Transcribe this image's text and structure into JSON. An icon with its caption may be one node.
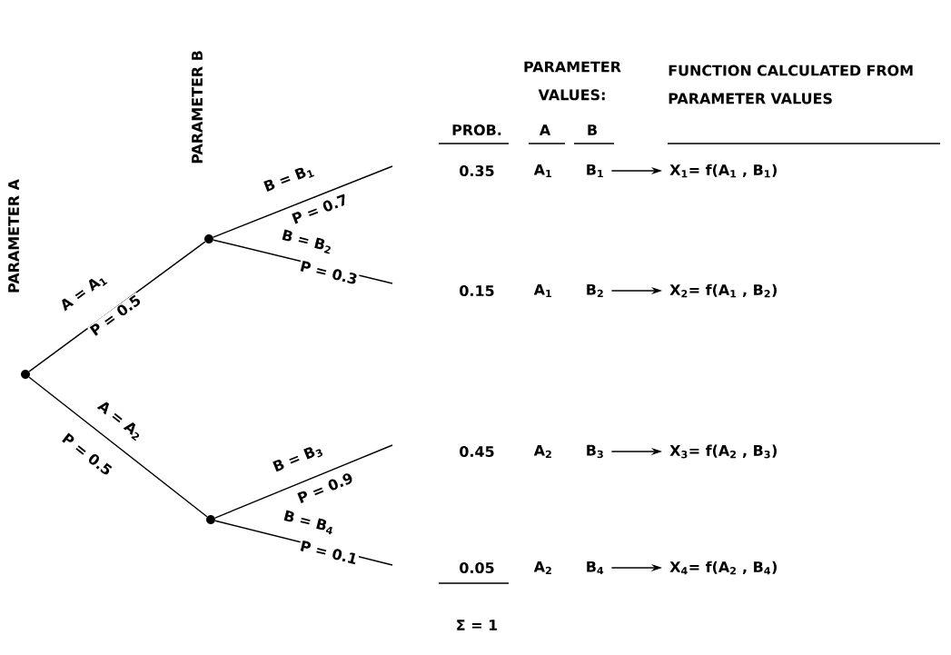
{
  "diagram": {
    "nodes": [
      {
        "text": [],
        "shape": "circle"
      },
      {
        "text": [],
        "shape": "circle"
      },
      {
        "text": [],
        "shape": "circle"
      },
      {
        "text": [
          "B$_{1}$"
        ]
      },
      {
        "text": [
          "B$_{2}$"
        ]
      },
      {
        "text": [
          "B$_{3}$"
        ]
      },
      {
        "text": [
          "B$_{4}$"
        ]
      },
      {
        "text": [
          "X$_{1}$= f(A$_{1}$ , B$_{1}$)"
        ]
      },
      {
        "text": [
          "X$_{2}$= f(A$_{1}$ , B$_{2}$)"
        ]
      },
      {
        "text": [
          "X$_{3}$= f(A$_{2}$ , B$_{3}$)"
        ]
      },
      {
        "text": [
          "X$_{4}$= f(A$_{2}$ , B$_{4}$)"
        ]
      }
    ],
    "edges": [
      {
        "from": 0,
        "to": 1,
        "arrow": "none",
        "label": "A = A$_{1}$"
      },
      {
        "from": 0,
        "to": 2,
        "arrow": "none",
        "label": "A = A$_{2}$"
      },
      {
        "from": 1,
        "to": null,
        "arrow": "none",
        "label": "B = B$_{1}$"
      },
      {
        "from": 1,
        "to": null,
        "arrow": "none",
        "label": "B = B$_{2}$"
      },
      {
        "from": 2,
        "to": null,
        "arrow": "none",
        "label": "B = B$_{3}$"
      },
      {
        "from": 2,
        "to": null,
        "arrow": "none",
        "label": "B = B$_{4}$"
      },
      {
        "from": 3,
        "to": 7,
        "arrow": "to"
      },
      {
        "from": 4,
        "to": 8,
        "arrow": "to"
      },
      {
        "from": 5,
        "to": 9,
        "arrow": "to"
      },
      {
        "from": 6,
        "to": 10,
        "arrow": "to"
      }
    ],
    "labels": [
      "PARAMETER A",
      "PARAMETER B",
      "PROB.",
      "PARAMETER VALUES:",
      "A",
      "B",
      "FUNCTION CALCULATED FROM PARAMETER VALUES",
      "P = 0.5",
      "P = 0.5",
      "P = 0.7",
      "P = 0.3",
      "P = 0.9",
      "P = 0.1",
      "0.35",
      "0.15",
      "0.45",
      "0.05",
      "A$_{1}$",
      "A$_{1}$",
      "A$_{2}$",
      "A$_{2}$",
      "Σ = 1"
    ]
  }
}
